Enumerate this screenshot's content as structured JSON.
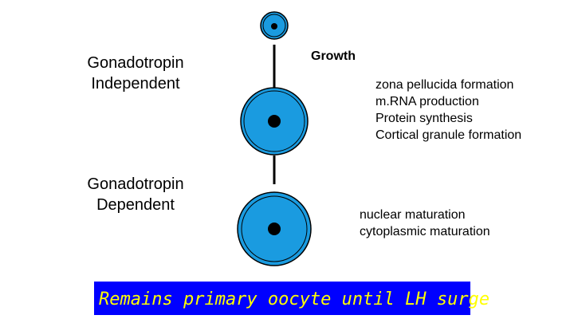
{
  "phases": {
    "independent": "Gonadotropin\nIndependent",
    "dependent": "Gonadotropin\nDependent"
  },
  "growth_label": "Growth",
  "independent_events": [
    "zona pellucida formation",
    "m.RNA production",
    "Protein synthesis",
    "Cortical granule formation"
  ],
  "dependent_events": [
    "nuclear maturation",
    "cytoplasmic maturation"
  ],
  "banner": {
    "text": "Remains primary oocyte until LH surge",
    "background": "#0000ff",
    "text_color": "#ffff00"
  },
  "colors": {
    "oocyte_fill": "#1a9be0",
    "nucleus": "#000000"
  }
}
